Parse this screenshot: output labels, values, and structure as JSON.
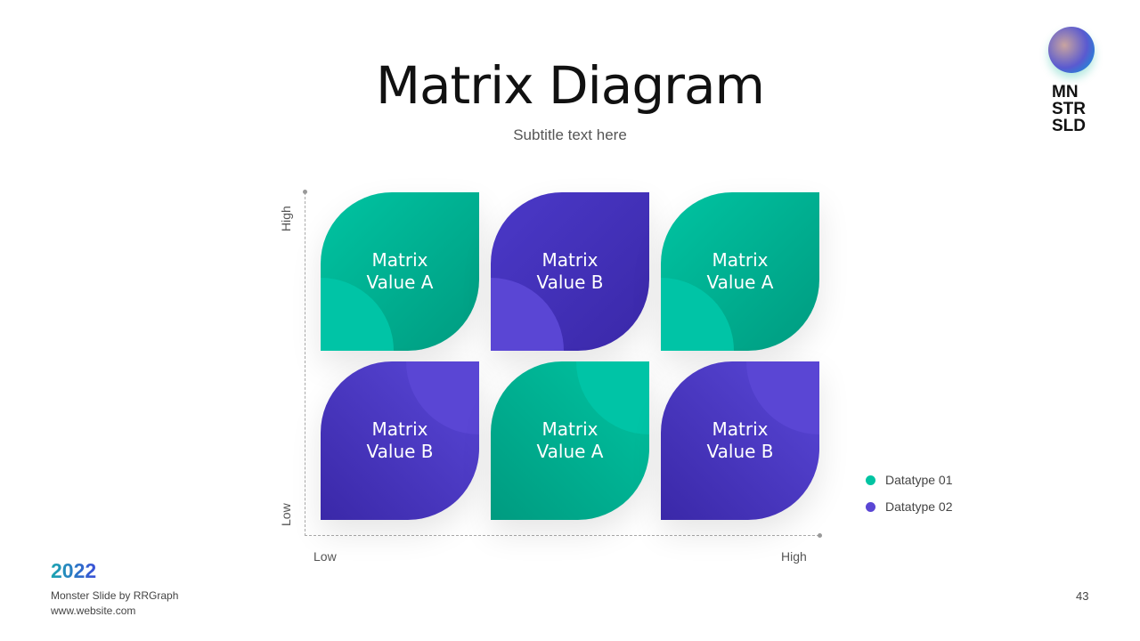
{
  "title": "Matrix Diagram",
  "subtitle": "Subtitle text here",
  "logo": {
    "lines": [
      "MN",
      "STR",
      "SLD"
    ]
  },
  "axes": {
    "y_high": "High",
    "y_low": "Low",
    "x_low": "Low",
    "x_high": "High"
  },
  "tiles": [
    {
      "line1": "Matrix",
      "line2": "Value A"
    },
    {
      "line1": "Matrix",
      "line2": "Value B"
    },
    {
      "line1": "Matrix",
      "line2": "Value A"
    },
    {
      "line1": "Matrix",
      "line2": "Value B"
    },
    {
      "line1": "Matrix",
      "line2": "Value A"
    },
    {
      "line1": "Matrix",
      "line2": "Value B"
    }
  ],
  "legend": [
    {
      "label": "Datatype 01",
      "color": "#00c4a2"
    },
    {
      "label": "Datatype 02",
      "color": "#5a46d4"
    }
  ],
  "footer": {
    "year": "2022",
    "credit": "Monster Slide  by RRGraph",
    "website": "www.website.com",
    "page": "43"
  }
}
